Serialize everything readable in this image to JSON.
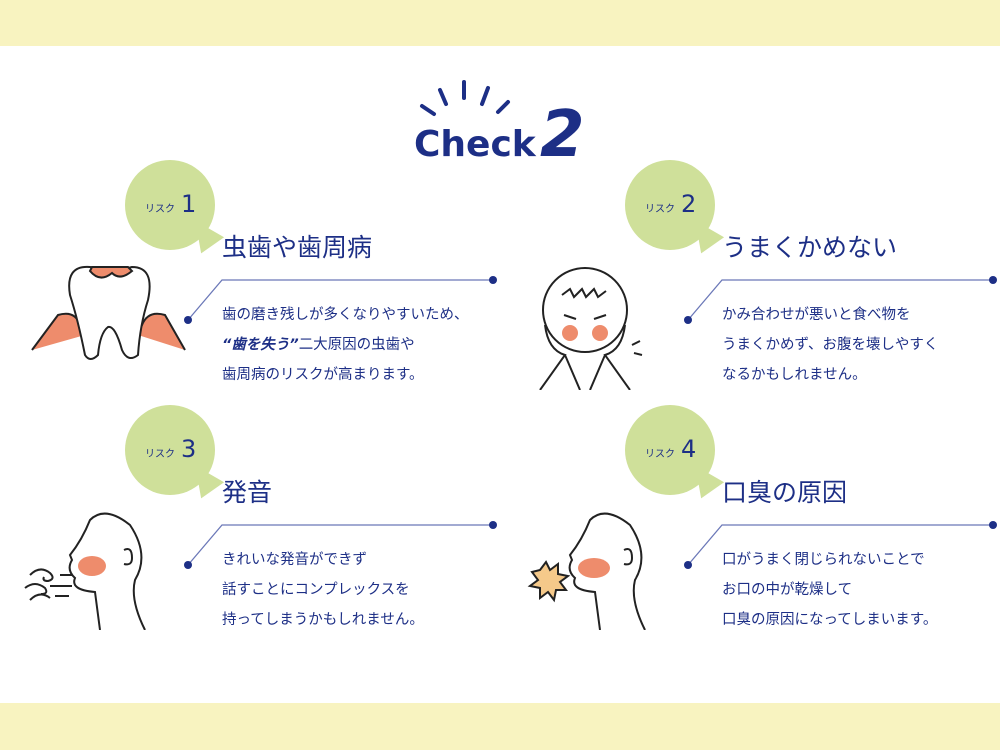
{
  "header": {
    "check_word": "Check",
    "check_number": "2"
  },
  "risks": [
    {
      "badge": "リスク",
      "number": "1",
      "title": "虫歯や歯周病",
      "lines": [
        {
          "text": "歯の磨き残しが多くなりやすいため、"
        },
        {
          "em": "“歯を失う”",
          "text": "二大原因の虫歯や"
        },
        {
          "text": "歯周病のリスクが高まります。"
        }
      ],
      "illustration": "tooth-icon"
    },
    {
      "badge": "リスク",
      "number": "2",
      "title": "うまくかめない",
      "lines": [
        {
          "text": "かみ合わせが悪いと食べ物を"
        },
        {
          "text": "うまくかめず、お腹を壊しやすく"
        },
        {
          "text": "なるかもしれません。"
        }
      ],
      "illustration": "troubled-face-icon"
    },
    {
      "badge": "リスク",
      "number": "3",
      "title": "発音",
      "lines": [
        {
          "text": "きれいな発音ができず"
        },
        {
          "text": "話すことにコンプレックスを"
        },
        {
          "text": "持ってしまうかもしれません。"
        }
      ],
      "illustration": "breath-profile-icon"
    },
    {
      "badge": "リスク",
      "number": "4",
      "title": "口臭の原因",
      "lines": [
        {
          "text": "口がうまく閉じられないことで"
        },
        {
          "text": "お口の中が乾燥して"
        },
        {
          "text": "口臭の原因になってしまいます。"
        }
      ],
      "illustration": "bad-breath-profile-icon"
    }
  ],
  "colors": {
    "navy": "#1d2f86",
    "bubble": "#cfe09a",
    "band": "#f8f3c0",
    "accent": "#ee8c6c"
  }
}
